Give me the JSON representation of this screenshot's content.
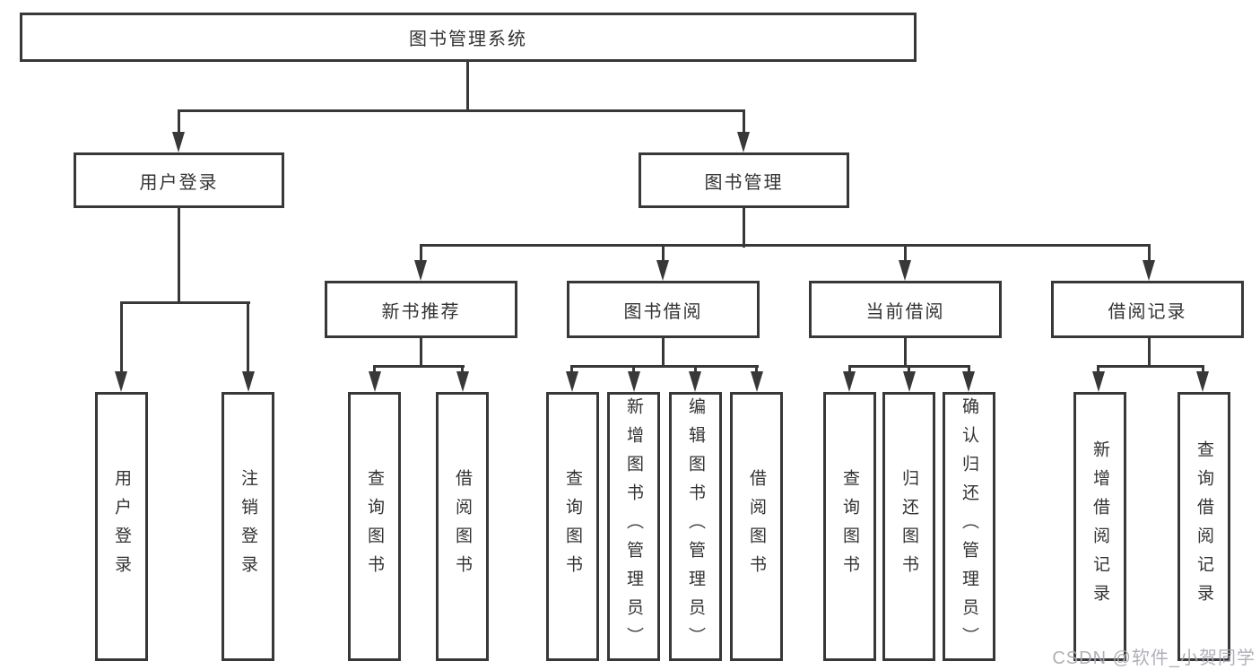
{
  "diagram": {
    "title": "图书管理系统",
    "root": {
      "label": "图书管理系统"
    },
    "level2": [
      {
        "label": "用户登录"
      },
      {
        "label": "图书管理"
      }
    ],
    "level3": [
      {
        "label": "新书推荐",
        "parent": "图书管理"
      },
      {
        "label": "图书借阅",
        "parent": "图书管理"
      },
      {
        "label": "当前借阅",
        "parent": "图书管理"
      },
      {
        "label": "借阅记录",
        "parent": "图书管理"
      }
    ],
    "leaves": [
      {
        "label": "用户登录",
        "parent": "用户登录"
      },
      {
        "label": "注销登录",
        "parent": "用户登录"
      },
      {
        "label": "查询图书",
        "parent": "新书推荐"
      },
      {
        "label": "借阅图书",
        "parent": "新书推荐"
      },
      {
        "label": "查询图书",
        "parent": "图书借阅"
      },
      {
        "label": "新增图书（管理员）",
        "parent": "图书借阅"
      },
      {
        "label": "编辑图书（管理员）",
        "parent": "图书借阅"
      },
      {
        "label": "借阅图书",
        "parent": "图书借阅"
      },
      {
        "label": "查询图书",
        "parent": "当前借阅"
      },
      {
        "label": "归还图书",
        "parent": "当前借阅"
      },
      {
        "label": "确认归还（管理员）",
        "parent": "当前借阅"
      },
      {
        "label": "新增借阅记录",
        "parent": "借阅记录"
      },
      {
        "label": "查询借阅记录",
        "parent": "借阅记录"
      }
    ]
  },
  "watermark": {
    "text": "CSDN @软件_小贺同学"
  },
  "colors": {
    "line": "#383838",
    "text": "#333333",
    "watermark": "#a6a9b0",
    "background": "#ffffff"
  }
}
